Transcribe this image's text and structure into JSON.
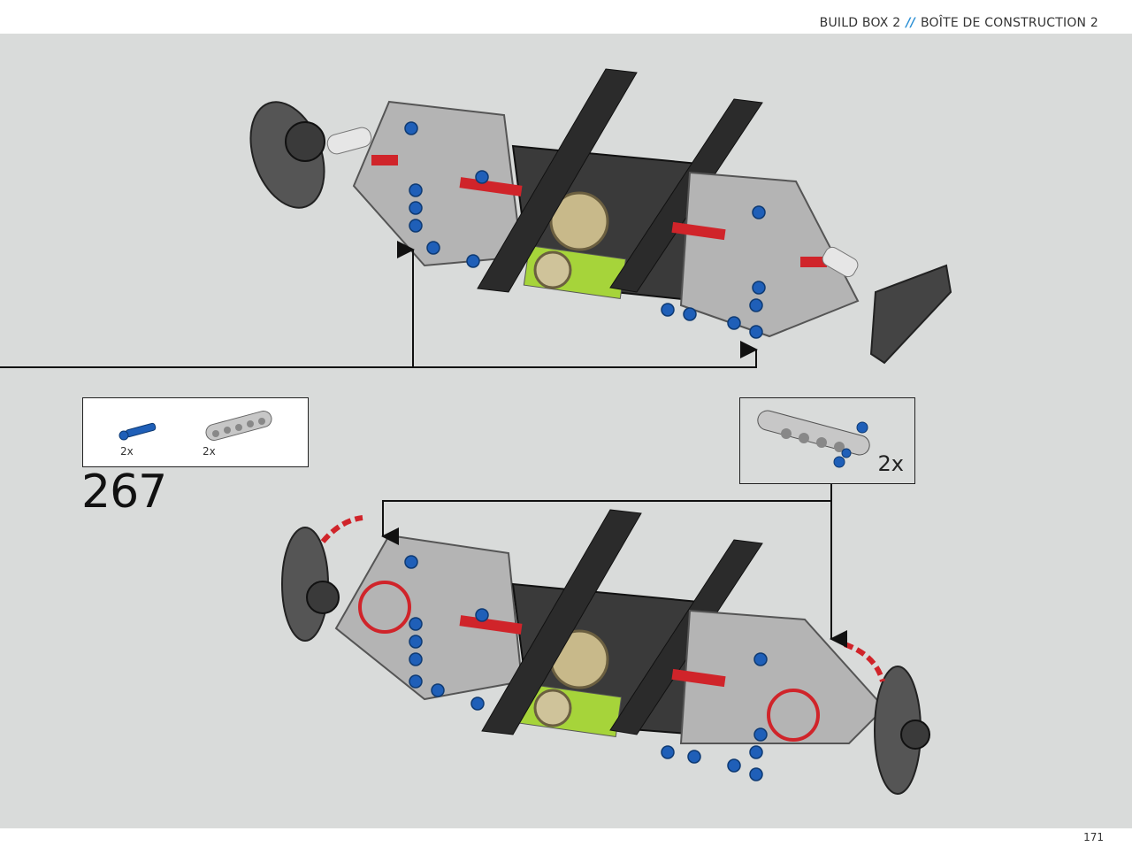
{
  "header": {
    "build_box": "BUILD BOX 2",
    "separator": "//",
    "build_box_fr": "BOÎTE DE CONSTRUCTION 2"
  },
  "step": {
    "number": "267"
  },
  "parts": [
    {
      "name": "blue-axle-pin-icon",
      "qty": "2x"
    },
    {
      "name": "grey-beam-icon",
      "qty": "2x"
    }
  ],
  "subassembly": {
    "qty": "2x"
  },
  "page": {
    "number": "171"
  },
  "colors": {
    "background": "#d9dbda",
    "accent": "#2a8fd4",
    "technic_blue": "#1f5fb8",
    "technic_red": "#d0242a",
    "lime": "#a6d43a",
    "dark_beam": "#2a2a2a",
    "light_grey": "#bfbfbf"
  }
}
